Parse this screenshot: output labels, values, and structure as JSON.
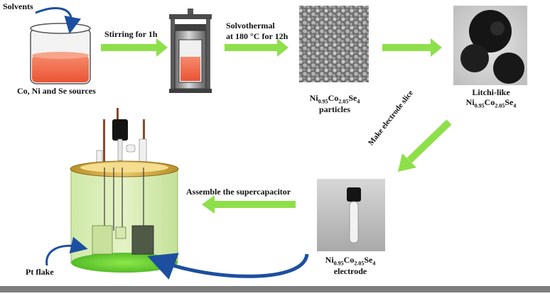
{
  "labels": {
    "solvents": "Solvents",
    "sources": "Co, Ni and Se sources",
    "stirring": "Stirring for 1h",
    "solvothermal_1": "Solvothermal",
    "solvothermal_2": "at 180 °C for 12h",
    "particles": "particles",
    "litchi": "Litchi-like",
    "make_slice": "Make electrode slice",
    "assemble": "Assemble the supercapacitor",
    "electrode": "electrode",
    "pt_flake": "Pt flake"
  },
  "formula": {
    "el1": "Ni",
    "sub1": "0.95",
    "el2": "Co",
    "sub2": "2.05",
    "el3": "Se",
    "sub3": "4"
  },
  "colors": {
    "arrow_green": "#8ee04a",
    "curve_blue": "#1d4fa0",
    "liquid_orange": "#f06a4a",
    "cell_green": "#a9e35a",
    "cell_rim": "#c8a23a"
  }
}
